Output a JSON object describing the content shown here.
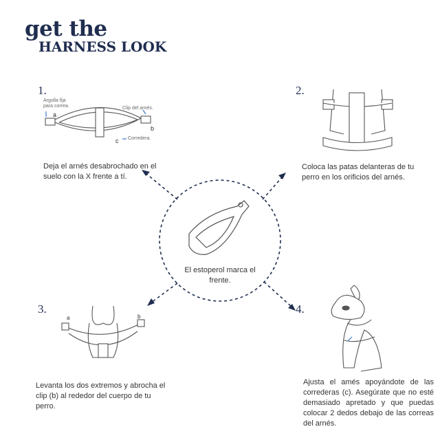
{
  "header": {
    "line1": "get the",
    "line2": "HARNESS LOOK"
  },
  "center": {
    "caption": "El estoperol marca el frente."
  },
  "steps": [
    {
      "number": "1.",
      "text": "Deja el arnés desabrochado en el suelo con la X frente a tí.",
      "labels": {
        "ring": "Argolla fija para correa.",
        "clip": "Clip del arnés.",
        "slider": "Corredera.",
        "a": "a",
        "b": "b",
        "c": "c"
      }
    },
    {
      "number": "2.",
      "text": "Coloca las patas delanteras de tu perro en los orificios del arnés."
    },
    {
      "number": "3.",
      "text": "Levanta los dos extremos y abrocha el clip (b) al rededor del cuerpo de tu perro.",
      "labels": {
        "a": "a",
        "b": "b"
      }
    },
    {
      "number": "4.",
      "text": "Ajusta el amés apoyándote de las correderas (c). Asegúrate que no esté demasiado apretado y que puedas colocar 2 dedos debajo de las correas del arnés."
    }
  ],
  "colors": {
    "navy": "#1f2d4f",
    "accent": "#3a7bc8"
  }
}
